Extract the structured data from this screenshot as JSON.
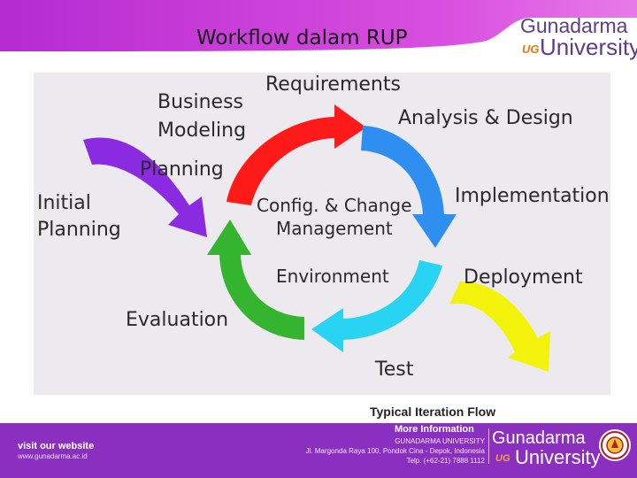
{
  "slide": {
    "title": "Workflow dalam RUP"
  },
  "brand": {
    "line1": "Gunadarma",
    "ug": "UG",
    "line2": "University"
  },
  "diagram": {
    "labels": {
      "requirements": "Requirements",
      "business_modeling_1": "Business",
      "business_modeling_2": "Modeling",
      "analysis_design": "Analysis & Design",
      "planning": "Planning",
      "initial_planning_1": "Initial",
      "initial_planning_2": "Planning",
      "config_1": "Config. & Change",
      "config_2": "Management",
      "implementation": "Implementation",
      "environment": "Environment",
      "deployment": "Deployment",
      "evaluation": "Evaluation",
      "test": "Test"
    },
    "arrow_colors": {
      "initial": "#8a2be2",
      "red": "#ff1a1a",
      "blue": "#2f8ff0",
      "cyan": "#29d3f2",
      "green": "#35b52f",
      "yellow": "#f2f20a"
    },
    "caption": "Typical Iteration Flow"
  },
  "footer": {
    "visit": "visit our website",
    "url": "www.gunadarma.ac.id",
    "more_info": "More Information",
    "university": "GUNADARMA UNIVERSITY",
    "address": "Jl. Margonda Raya 100, Pondok Cina - Depok, Indonesia",
    "phone": "Telp. (+62-21) 7888 1112",
    "brand_line1": "Gunadarma",
    "brand_ug": "UG",
    "brand_line2": "University"
  },
  "colors": {
    "header": "#cf3fd8",
    "footer": "#8a2fc0",
    "brand_text": "#5c3f87"
  }
}
